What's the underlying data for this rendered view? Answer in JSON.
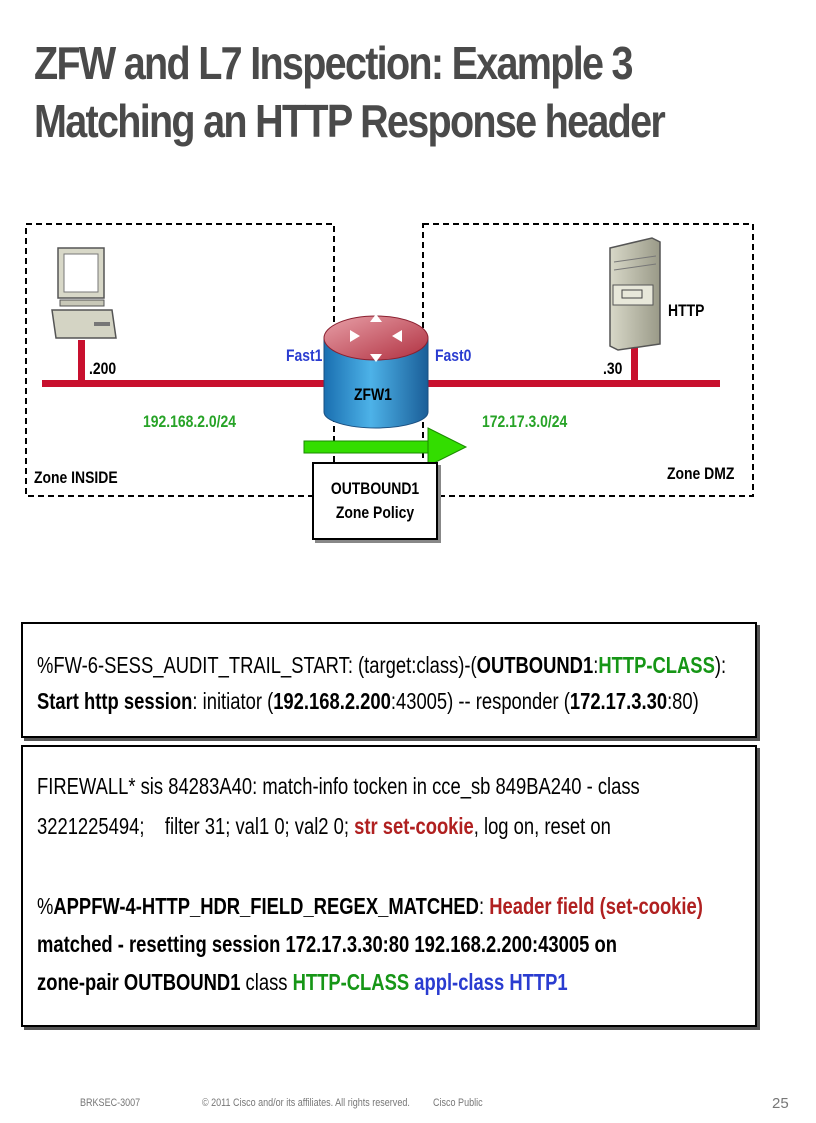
{
  "title": {
    "line1": "ZFW and L7 Inspection: Example 3",
    "line2": "Matching an HTTP Response header"
  },
  "diagram": {
    "host_ip_suffix": ".200",
    "server_ip_suffix": ".30",
    "server_label": "HTTP",
    "router_label": "ZFW1",
    "iface_left": "Fast1",
    "iface_right": "Fast0",
    "subnet_left": "192.168.2.0/24",
    "subnet_right": "172.17.3.0/24",
    "zone_left": "Zone INSIDE",
    "zone_right": "Zone DMZ",
    "policy_line1": "OUTBOUND1",
    "policy_line2": "Zone Policy"
  },
  "log1": {
    "l1_a": "%FW-6-SESS_AUDIT_TRAIL_START: (target:class)-(",
    "l1_b": "OUTBOUND1",
    "l1_c": ":",
    "l1_d": "HTTP-CLASS",
    "l1_e": "):",
    "l2_a": "Start http session",
    "l2_b": ": initiator (",
    "l2_c": "192.168.2.200",
    "l2_d": ":43005) -- responder (",
    "l2_e": "172.17.3.30",
    "l2_f": ":80)"
  },
  "log2": {
    "l1": "FIREWALL* sis 84283A40: match-info tocken in cce_sb 849BA240 - class",
    "l2_a": "3221225494;    filter 31; val1 0; val2 0; ",
    "l2_b": "str set-cookie",
    "l2_c": ", log on, reset on",
    "l3_a": "%",
    "l3_b": "APPFW-4-HTTP_HDR_FIELD_REGEX_MATCHED",
    "l3_c": ": ",
    "l3_d": "Header field (set-cookie)",
    "l4": "matched - resetting session 172.17.3.30:80 192.168.2.200:43005 on",
    "l5_a": "zone-pair OUTBOUND1",
    "l5_b": " class ",
    "l5_c": "HTTP-CLASS",
    "l5_d": " appl-class HTTP1"
  },
  "footer": {
    "session": "BRKSEC-3007",
    "copyright": "© 2011 Cisco and/or its affiliates. All rights reserved.",
    "classification": "Cisco Public",
    "page": "25"
  },
  "colors": {
    "wire": "#c8102e",
    "subnet": "#27a327",
    "interface": "#2a3cd0",
    "highlight_red": "#b02020",
    "arrow": "#33dd00"
  }
}
